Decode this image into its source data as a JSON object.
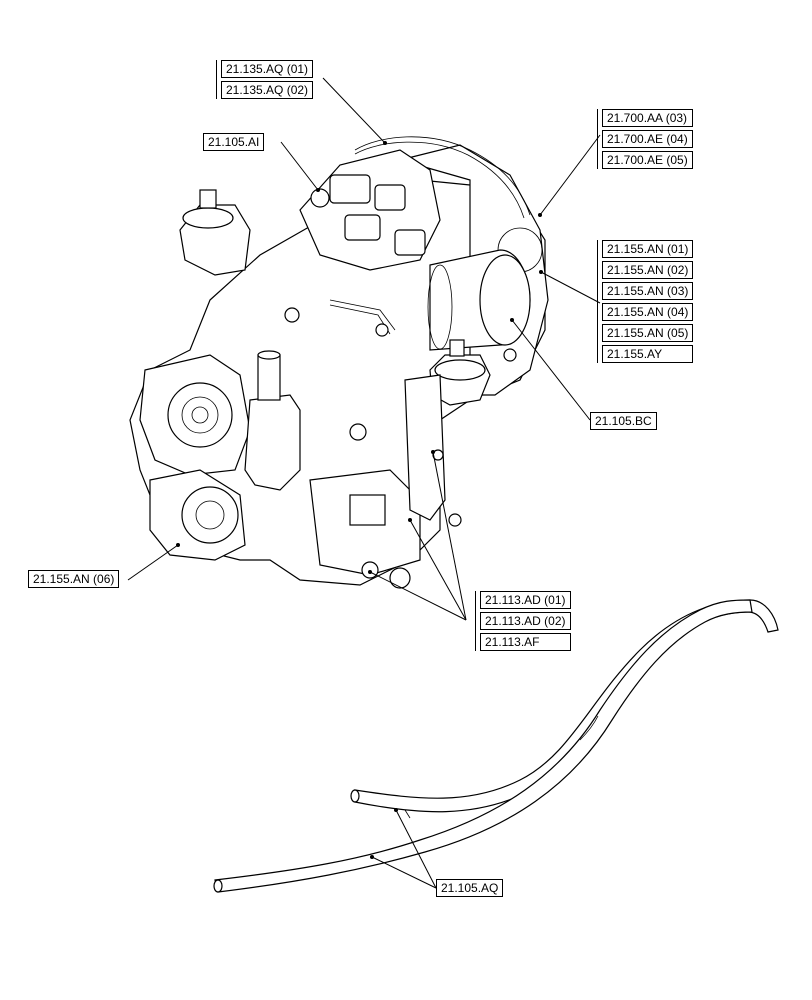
{
  "callouts": {
    "group_135": [
      "21.135.AQ (01)",
      "21.135.AQ (02)"
    ],
    "label_105_ai": "21.105.AI",
    "group_700": [
      "21.700.AA (03)",
      "21.700.AE (04)",
      "21.700.AE (05)"
    ],
    "group_155": [
      "21.155.AN (01)",
      "21.155.AN (02)",
      "21.155.AN (03)",
      "21.155.AN (04)",
      "21.155.AN (05)",
      "21.155.AY"
    ],
    "label_105_bc": "21.105.BC",
    "label_155_06": "21.155.AN (06)",
    "group_113": [
      "21.113.AD (01)",
      "21.113.AD (02)",
      "21.113.AF"
    ],
    "label_105_aq": "21.105.AQ"
  }
}
